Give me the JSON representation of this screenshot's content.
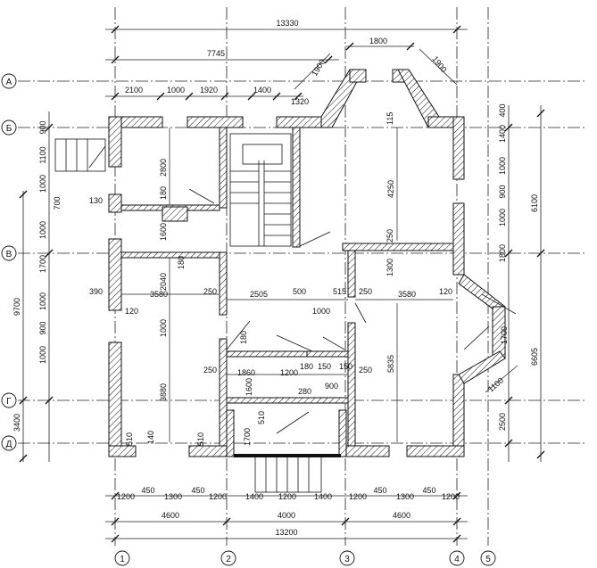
{
  "grid_axes": {
    "vertical": [
      "1",
      "2",
      "3",
      "4",
      "5"
    ],
    "horizontal": [
      "А",
      "Б",
      "В",
      "Г",
      "Д"
    ]
  },
  "dimensions": {
    "top": {
      "overall": "13330",
      "left_span": "7745",
      "bay_window_top": "1800",
      "bay_diag_left": "1900",
      "bay_diag_right": "1900",
      "segments": [
        "2100",
        "1000",
        "1920",
        "1400",
        "1320"
      ]
    },
    "bottom": {
      "row1": [
        "1200",
        "450",
        "1300",
        "450",
        "1200",
        "1400",
        "1200",
        "1400",
        "1200",
        "450",
        "1300",
        "450",
        "1200"
      ],
      "row2": [
        "4600",
        "4000",
        "4600"
      ],
      "overall": "13200"
    },
    "left": {
      "outer": [
        "9700",
        "3400"
      ],
      "inner": [
        "900",
        "1100",
        "1000",
        "1000",
        "1700",
        "1000",
        "900",
        "1000"
      ],
      "stair": [
        "700",
        "130"
      ]
    },
    "right": {
      "outer": [
        "6100",
        "6605"
      ],
      "middle": [
        "1800",
        "2500"
      ],
      "inner": [
        "400",
        "1400",
        "1000",
        "900",
        "1000"
      ],
      "bay": [
        "1700",
        "1100"
      ]
    },
    "interior": {
      "d115": "115",
      "d4250": "4250",
      "d250a": "250",
      "d1300": "1300",
      "d5835": "5835",
      "d2800": "2800",
      "d180a": "180",
      "d1600a": "1600",
      "d180b": "180",
      "d2040": "2040",
      "d390": "390",
      "d3580a": "3580",
      "d250b": "250",
      "d2505": "2505",
      "d500": "500",
      "d515": "515",
      "d250c": "250",
      "d3580b": "3580",
      "d120a": "120",
      "d120b": "120",
      "d1000a": "1000",
      "d1000b": "1000",
      "d180c": "180",
      "d3880": "3880",
      "d250d": "250",
      "d1860": "1860",
      "d1200": "1200",
      "d180d": "180",
      "d150a": "150",
      "d150b": "150",
      "d250e": "250",
      "d1600b": "1600",
      "d280": "280",
      "d900": "900",
      "d510a": "510",
      "d140": "140",
      "d510b": "510",
      "d510c": "510",
      "d1700": "1700"
    }
  }
}
